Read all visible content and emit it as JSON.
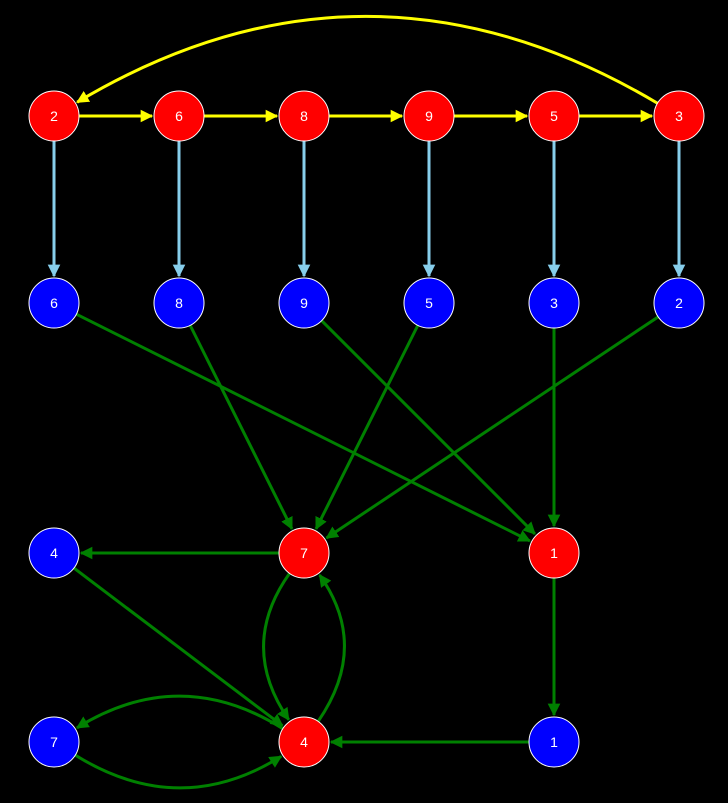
{
  "colors": {
    "background": "#000000",
    "red_node": "#ff0000",
    "blue_node": "#0000ff",
    "node_stroke": "#ffffff",
    "label": "#ffffff",
    "yellow_edge": "#ffff00",
    "lightblue_edge": "#87ceeb",
    "green_edge": "#008000"
  },
  "nodes": [
    {
      "id": "r2",
      "label": "2",
      "color": "red"
    },
    {
      "id": "r6",
      "label": "6",
      "color": "red"
    },
    {
      "id": "r8",
      "label": "8",
      "color": "red"
    },
    {
      "id": "r9",
      "label": "9",
      "color": "red"
    },
    {
      "id": "r5",
      "label": "5",
      "color": "red"
    },
    {
      "id": "r3",
      "label": "3",
      "color": "red"
    },
    {
      "id": "b6",
      "label": "6",
      "color": "blue"
    },
    {
      "id": "b8",
      "label": "8",
      "color": "blue"
    },
    {
      "id": "b9",
      "label": "9",
      "color": "blue"
    },
    {
      "id": "b5",
      "label": "5",
      "color": "blue"
    },
    {
      "id": "b3",
      "label": "3",
      "color": "blue"
    },
    {
      "id": "b2",
      "label": "2",
      "color": "blue"
    },
    {
      "id": "b4",
      "label": "4",
      "color": "blue"
    },
    {
      "id": "r7",
      "label": "7",
      "color": "red"
    },
    {
      "id": "r1",
      "label": "1",
      "color": "red"
    },
    {
      "id": "b7",
      "label": "7",
      "color": "blue"
    },
    {
      "id": "r4",
      "label": "4",
      "color": "red"
    },
    {
      "id": "b1",
      "label": "1",
      "color": "blue"
    }
  ],
  "edges": [
    {
      "from": "r2",
      "to": "r6",
      "color": "yellow"
    },
    {
      "from": "r6",
      "to": "r8",
      "color": "yellow"
    },
    {
      "from": "r8",
      "to": "r9",
      "color": "yellow"
    },
    {
      "from": "r9",
      "to": "r5",
      "color": "yellow"
    },
    {
      "from": "r5",
      "to": "r3",
      "color": "yellow"
    },
    {
      "from": "r3",
      "to": "r2",
      "color": "yellow"
    },
    {
      "from": "r2",
      "to": "b6",
      "color": "lightblue"
    },
    {
      "from": "r6",
      "to": "b8",
      "color": "lightblue"
    },
    {
      "from": "r8",
      "to": "b9",
      "color": "lightblue"
    },
    {
      "from": "r9",
      "to": "b5",
      "color": "lightblue"
    },
    {
      "from": "r5",
      "to": "b3",
      "color": "lightblue"
    },
    {
      "from": "r3",
      "to": "b2",
      "color": "lightblue"
    },
    {
      "from": "b6",
      "to": "r1",
      "color": "green"
    },
    {
      "from": "b8",
      "to": "r7",
      "color": "green"
    },
    {
      "from": "b9",
      "to": "r1",
      "color": "green"
    },
    {
      "from": "b5",
      "to": "r7",
      "color": "green"
    },
    {
      "from": "b3",
      "to": "r1",
      "color": "green"
    },
    {
      "from": "b2",
      "to": "r7",
      "color": "green"
    },
    {
      "from": "r7",
      "to": "b4",
      "color": "green"
    },
    {
      "from": "b4",
      "to": "r4",
      "color": "green"
    },
    {
      "from": "r7",
      "to": "r4",
      "color": "green"
    },
    {
      "from": "r4",
      "to": "r7",
      "color": "green"
    },
    {
      "from": "r1",
      "to": "b1",
      "color": "green"
    },
    {
      "from": "b1",
      "to": "r4",
      "color": "green"
    },
    {
      "from": "r4",
      "to": "b7",
      "color": "green"
    },
    {
      "from": "b7",
      "to": "r4",
      "color": "green"
    }
  ]
}
